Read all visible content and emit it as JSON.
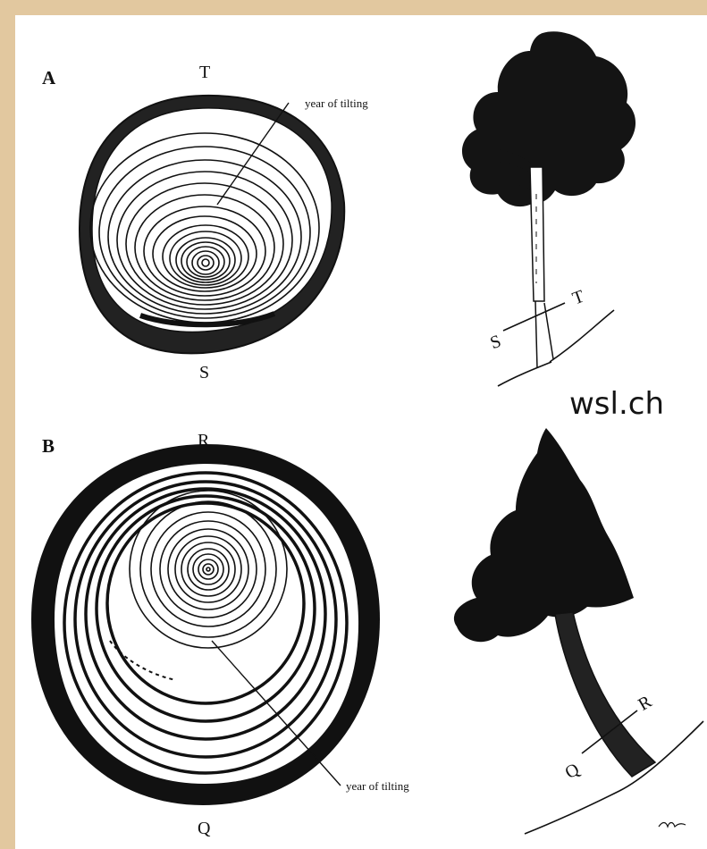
{
  "panel_a": {
    "letter": "A",
    "top_label": "T",
    "bottom_label": "S",
    "annotation": "year of tilting",
    "tree_labels": {
      "left": "S",
      "right": "T"
    }
  },
  "panel_b": {
    "letter": "B",
    "top_label": "R",
    "bottom_label": "Q",
    "annotation": "year of tilting",
    "tree_labels": {
      "left": "Q",
      "right": "R"
    }
  },
  "watermark": "wsl.ch",
  "colors": {
    "frame": "#e2c89f",
    "ink": "#111111",
    "paper": "#ffffff"
  }
}
